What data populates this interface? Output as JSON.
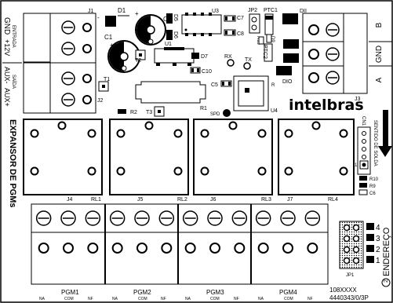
{
  "brand": {
    "logo_text": "intelbras"
  },
  "board": {
    "title_line1": "EXPANSOR",
    "title_line2": "DE PGMs",
    "part_code_1": "108XXXX",
    "part_code_2": "4440343/0/3P"
  },
  "left_connectors": {
    "j1_label": "J1",
    "j2_label": "J2",
    "gnd_label": "GND",
    "v12_label": "+12V",
    "entrada_label": "ENTRADA",
    "aux_minus_label": "AUX-",
    "aux_plus_label": "AUX+",
    "saida_label": "SAÍDA"
  },
  "right_connector": {
    "j3_label": "J3",
    "b_label": "B",
    "gnd_label": "GND",
    "a_label": "A"
  },
  "components": {
    "d1": "D1",
    "c1": "C1",
    "c2": "C2",
    "d5": "D5",
    "d6": "D6",
    "d7": "D7",
    "u1": "U1",
    "u3": "U3",
    "u4": "U4",
    "jp2": "JP2",
    "c7": "C7",
    "c8": "C8",
    "ptc1": "PTC1",
    "ptc2": "PTC2",
    "d11": "DII",
    "d10": "DIO",
    "d9": "D9",
    "r19": "R19",
    "c10": "C10",
    "c5": "C5",
    "t1": "T1",
    "t2": "T2",
    "t3": "T3",
    "r1": "R1",
    "r2": "R2",
    "rx": "RX",
    "tx": "TX",
    "spd": "SPD",
    "cn1": "CN1",
    "sentido": "SENTIDO DE SOLDA",
    "pin1": "1",
    "r10": "R10",
    "r9": "R9",
    "c6": "C6"
  },
  "relays": [
    "RL1",
    "RL2",
    "RL3",
    "RL4"
  ],
  "output_jacks": [
    "J4",
    "J5",
    "J6",
    "J7"
  ],
  "pgm_outputs": [
    {
      "name": "PGM1",
      "na": "NA",
      "com": "COM",
      "nf": "NF"
    },
    {
      "name": "PGM2",
      "na": "NA",
      "com": "COM",
      "nf": "NF"
    },
    {
      "name": "PGM3",
      "na": "NA",
      "com": "COM",
      "nf": "NF"
    },
    {
      "name": "PGM4",
      "na": "NA",
      "com": "COM",
      "nf": "NF"
    }
  ],
  "address": {
    "title": "ENDEREÇO",
    "circled": "2",
    "jp1": "JP1",
    "positions": [
      "4",
      "3",
      "2",
      "1"
    ]
  }
}
